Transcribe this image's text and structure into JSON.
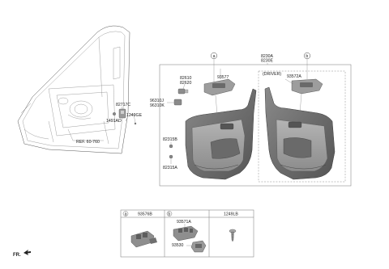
{
  "labels": {
    "ref": "REF. 60-760",
    "p82717C": "82717C",
    "p1249GE": "1249GE",
    "p1491AD": "1491AD",
    "p82610": "82610",
    "p82620": "82620",
    "p96310J": "96310J",
    "p96310K": "96310K",
    "p93577": "93577",
    "p8230A": "8230A",
    "p8230E": "8230E",
    "driver": "(DRIVER)",
    "p93572A": "93572A",
    "p82315B": "82315B",
    "p82315A": "82315A",
    "callout_a": "a",
    "callout_b": "b",
    "fr": "FR."
  },
  "legend": {
    "cells": [
      {
        "marker": "a",
        "code": "93576B"
      },
      {
        "marker": "b",
        "code": "93571A"
      },
      {
        "marker": "",
        "code": "1249LB"
      }
    ],
    "sub_code": "93530"
  }
}
